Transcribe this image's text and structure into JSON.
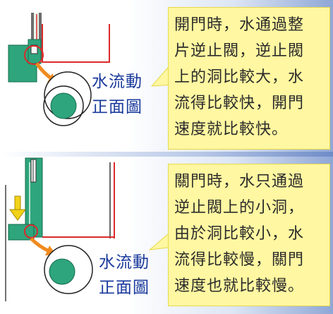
{
  "top": {
    "flow_label_line1": "水流動",
    "flow_label_line2": "正面圖",
    "callout_lines": [
      "開門時，水通過整",
      "片逆止閥，逆止閥",
      "上的洞比較大，水",
      "流得比較快，開門",
      "速度就比較快。"
    ]
  },
  "bottom": {
    "flow_label_line1": "水流動",
    "flow_label_line2": "正面圖",
    "callout_lines": [
      "關門時，水只通過",
      "逆止閥上的小洞，",
      "由於洞比較小，水",
      "流得比較慢，關門",
      "速度也就比較慢。"
    ]
  },
  "colors": {
    "valve_green": "#2ea57c",
    "flow_arrow": "#f08a1f",
    "press_arrow": "#f2d21a",
    "highlight_circle": "#d92b2b",
    "callout_bg": "#fff7a1",
    "label_blue": "#1a3a9c"
  },
  "icons": [
    "flow-arrow-icon",
    "press-arrow-icon",
    "valve-front-view-icon"
  ]
}
